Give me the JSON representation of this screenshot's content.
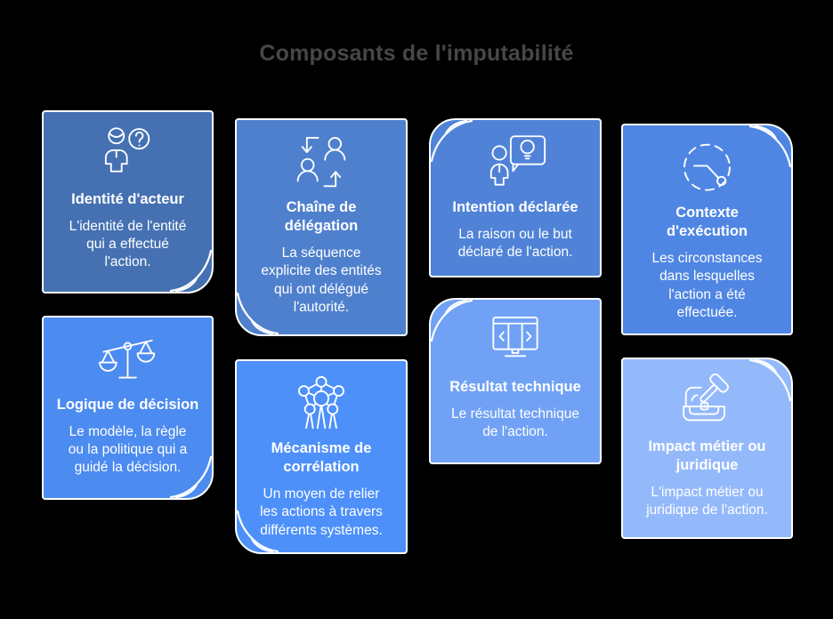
{
  "page": {
    "title": "Composants de l'imputabilité",
    "background_color": "#000000",
    "title_color": "#474747"
  },
  "cards": [
    {
      "id": "identite-acteur",
      "icon": "person-question-icon",
      "title": "Identité d'acteur",
      "body": "L'identité de l'entité\nqui a effectué\nl'action.",
      "color": "#4571b2",
      "fold_corner": "bottom-right"
    },
    {
      "id": "chaine-delegation",
      "icon": "delegation-arrows-icon",
      "title": "Chaîne de\ndélégation",
      "body": "La séquence\nexplicite des entités\nqui ont délégué\nl'autorité.",
      "color": "#4f80cd",
      "fold_corner": "bottom-left"
    },
    {
      "id": "intention-declaree",
      "icon": "person-idea-bubble-icon",
      "title": "Intention déclarée",
      "body": "La raison ou le but\ndéclaré de l'action.",
      "color": "#5083d8",
      "fold_corner": "top-left"
    },
    {
      "id": "contexte-execution",
      "icon": "clock-icon",
      "title": "Contexte\nd'exécution",
      "body": "Les circonstances\ndans lesquelles\nl'action a été\neffectuée.",
      "color": "#4f86e3",
      "fold_corner": "top-right"
    },
    {
      "id": "logique-decision",
      "icon": "balance-scale-icon",
      "title": "Logique de décision",
      "body": "Le modèle, la règle\nou la politique qui a\nguidé la décision.",
      "color": "#4c8bf0",
      "fold_corner": "bottom-right"
    },
    {
      "id": "mecanisme-correlation",
      "icon": "network-nodes-icon",
      "title": "Mécanisme de\ncorrélation",
      "body": "Un moyen de relier\nles actions à travers\ndifférents systèmes.",
      "color": "#4d90fa",
      "fold_corner": "bottom-left"
    },
    {
      "id": "resultat-technique",
      "icon": "monitor-code-icon",
      "title": "Résultat technique",
      "body": "Le résultat technique\nde l'action.",
      "color": "#70a1f5",
      "fold_corner": "top-left"
    },
    {
      "id": "impact-metier-juridique",
      "icon": "gavel-icon",
      "title": "Impact métier ou\njuridique",
      "body": "L'impact métier ou\njuridique de l'action.",
      "color": "#94b9fb",
      "fold_corner": "top-right"
    }
  ]
}
